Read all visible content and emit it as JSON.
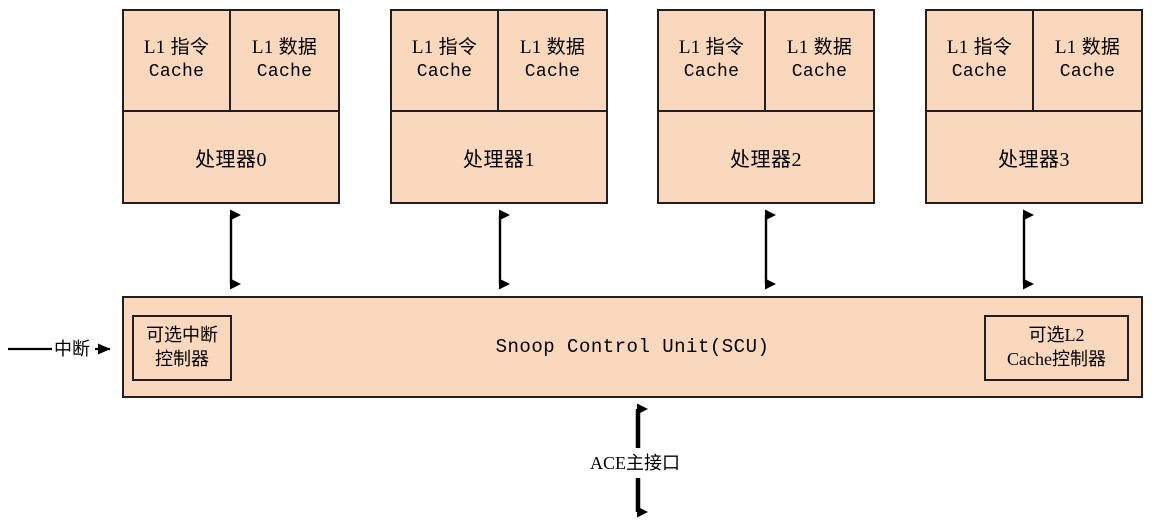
{
  "diagram": {
    "title": "Multi-core processor cluster with Snoop Control Unit",
    "colors": {
      "block_fill": "#f9d8bd",
      "stroke": "#231f20",
      "background": "#ffffff"
    },
    "cores": [
      {
        "name": "处理器0",
        "icache": {
          "line1": "L1 指令",
          "line2": "Cache"
        },
        "dcache": {
          "line1": "L1 数据",
          "line2": "Cache"
        }
      },
      {
        "name": "处理器1",
        "icache": {
          "line1": "L1 指令",
          "line2": "Cache"
        },
        "dcache": {
          "line1": "L1 数据",
          "line2": "Cache"
        }
      },
      {
        "name": "处理器2",
        "icache": {
          "line1": "L1 指令",
          "line2": "Cache"
        },
        "dcache": {
          "line1": "L1 数据",
          "line2": "Cache"
        }
      },
      {
        "name": "处理器3",
        "icache": {
          "line1": "L1 指令",
          "line2": "Cache"
        },
        "dcache": {
          "line1": "L1 数据",
          "line2": "Cache"
        }
      }
    ],
    "scu": {
      "title": "Snoop Control Unit(SCU)",
      "interrupt_controller": {
        "line1": "可选中断",
        "line2": "控制器"
      },
      "l2_controller": {
        "line1": "可选L2",
        "line2": "Cache控制器"
      }
    },
    "labels": {
      "interrupt": "中断",
      "ace_interface": "ACE主接口"
    }
  }
}
